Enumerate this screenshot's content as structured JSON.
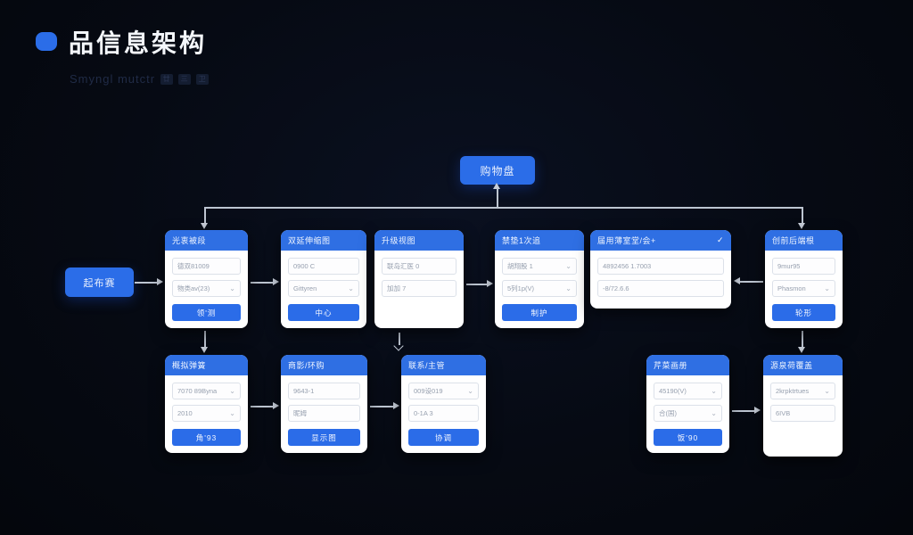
{
  "page": {
    "title": "品信息架构",
    "subtitle": "Smyngl mutctr",
    "badges": [
      "廿",
      "三",
      "卫"
    ]
  },
  "colors": {
    "accent": "#2b6de8",
    "background": "#060a13",
    "card": "#ffffff",
    "connector": "#bdc5d1"
  },
  "nodes": {
    "root": {
      "label": "购物盘"
    },
    "entry": {
      "label": "起布赛"
    }
  },
  "cards": [
    {
      "title": "光衷被段",
      "fields": [
        {
          "value": "德双81009",
          "chevron": ""
        },
        {
          "value": "物类av(23)",
          "chevron": "⌄"
        }
      ],
      "button": "领'测"
    },
    {
      "title": "双延伸缩图",
      "fields": [
        {
          "value": "0900 C",
          "chevron": ""
        },
        {
          "value": "Gittyren",
          "chevron": "⌄"
        }
      ],
      "button": "中心"
    },
    {
      "title": "升级视图",
      "fields": [
        {
          "value": "联岛汇医 0",
          "chevron": ""
        },
        {
          "value": "加加 7",
          "chevron": ""
        }
      ]
    },
    {
      "title": "禁垫1次追",
      "fields": [
        {
          "value": "胡翔股 1",
          "chevron": "⌄"
        },
        {
          "value": "5列1p(V)",
          "chevron": "⌄"
        }
      ],
      "button": "制护"
    },
    {
      "title": "届用薄室堂/会+",
      "header_icon": "✓",
      "fields": [
        {
          "value": "4892456 1.7003",
          "chevron": ""
        },
        {
          "value": "-8/72.6.6",
          "chevron": ""
        }
      ]
    },
    {
      "title": "创前后端根",
      "fields": [
        {
          "value": "9mur95",
          "chevron": ""
        },
        {
          "value": "Phasmon",
          "chevron": "⌄"
        }
      ],
      "button": "轮形"
    },
    {
      "title": "概拟弹簧",
      "fields": [
        {
          "value": "7070 89Byna",
          "chevron": "⌄"
        },
        {
          "value": "2010",
          "chevron": "⌄"
        }
      ],
      "button": "角'93"
    },
    {
      "title": "商影/环购",
      "fields": [
        {
          "value": "9643-1",
          "chevron": ""
        },
        {
          "value": "昵姆",
          "chevron": ""
        }
      ],
      "button": "显示图"
    },
    {
      "title": "联系/主管",
      "fields": [
        {
          "value": "009设019",
          "chevron": "⌄"
        },
        {
          "value": "0-1A 3",
          "chevron": ""
        }
      ],
      "button": "协调"
    },
    {
      "title": "芹菜画册",
      "fields": [
        {
          "value": "45190(V)",
          "chevron": "⌄"
        },
        {
          "value": "合(国)",
          "chevron": "⌄"
        }
      ],
      "button": "饭'90"
    },
    {
      "title": "源泉荷覆盖",
      "fields": [
        {
          "value": "2krpktrtues",
          "chevron": "⌄"
        },
        {
          "value": "6IVB",
          "chevron": ""
        }
      ]
    }
  ]
}
